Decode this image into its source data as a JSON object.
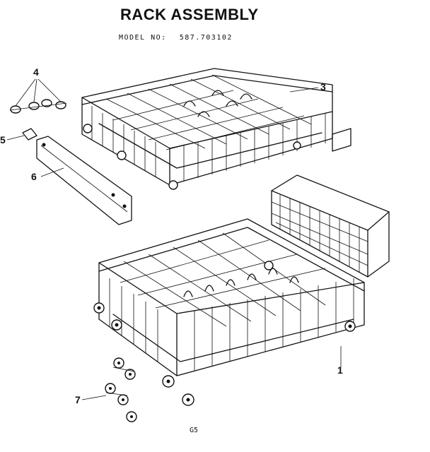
{
  "title": "RACK ASSEMBLY",
  "model_label": "MODEL NO:",
  "model_number": "587.703102",
  "page_code": "G5",
  "callouts": {
    "c1": "1",
    "c3": "3",
    "c4": "4",
    "c5": "5",
    "c6": "6",
    "c7": "7"
  }
}
